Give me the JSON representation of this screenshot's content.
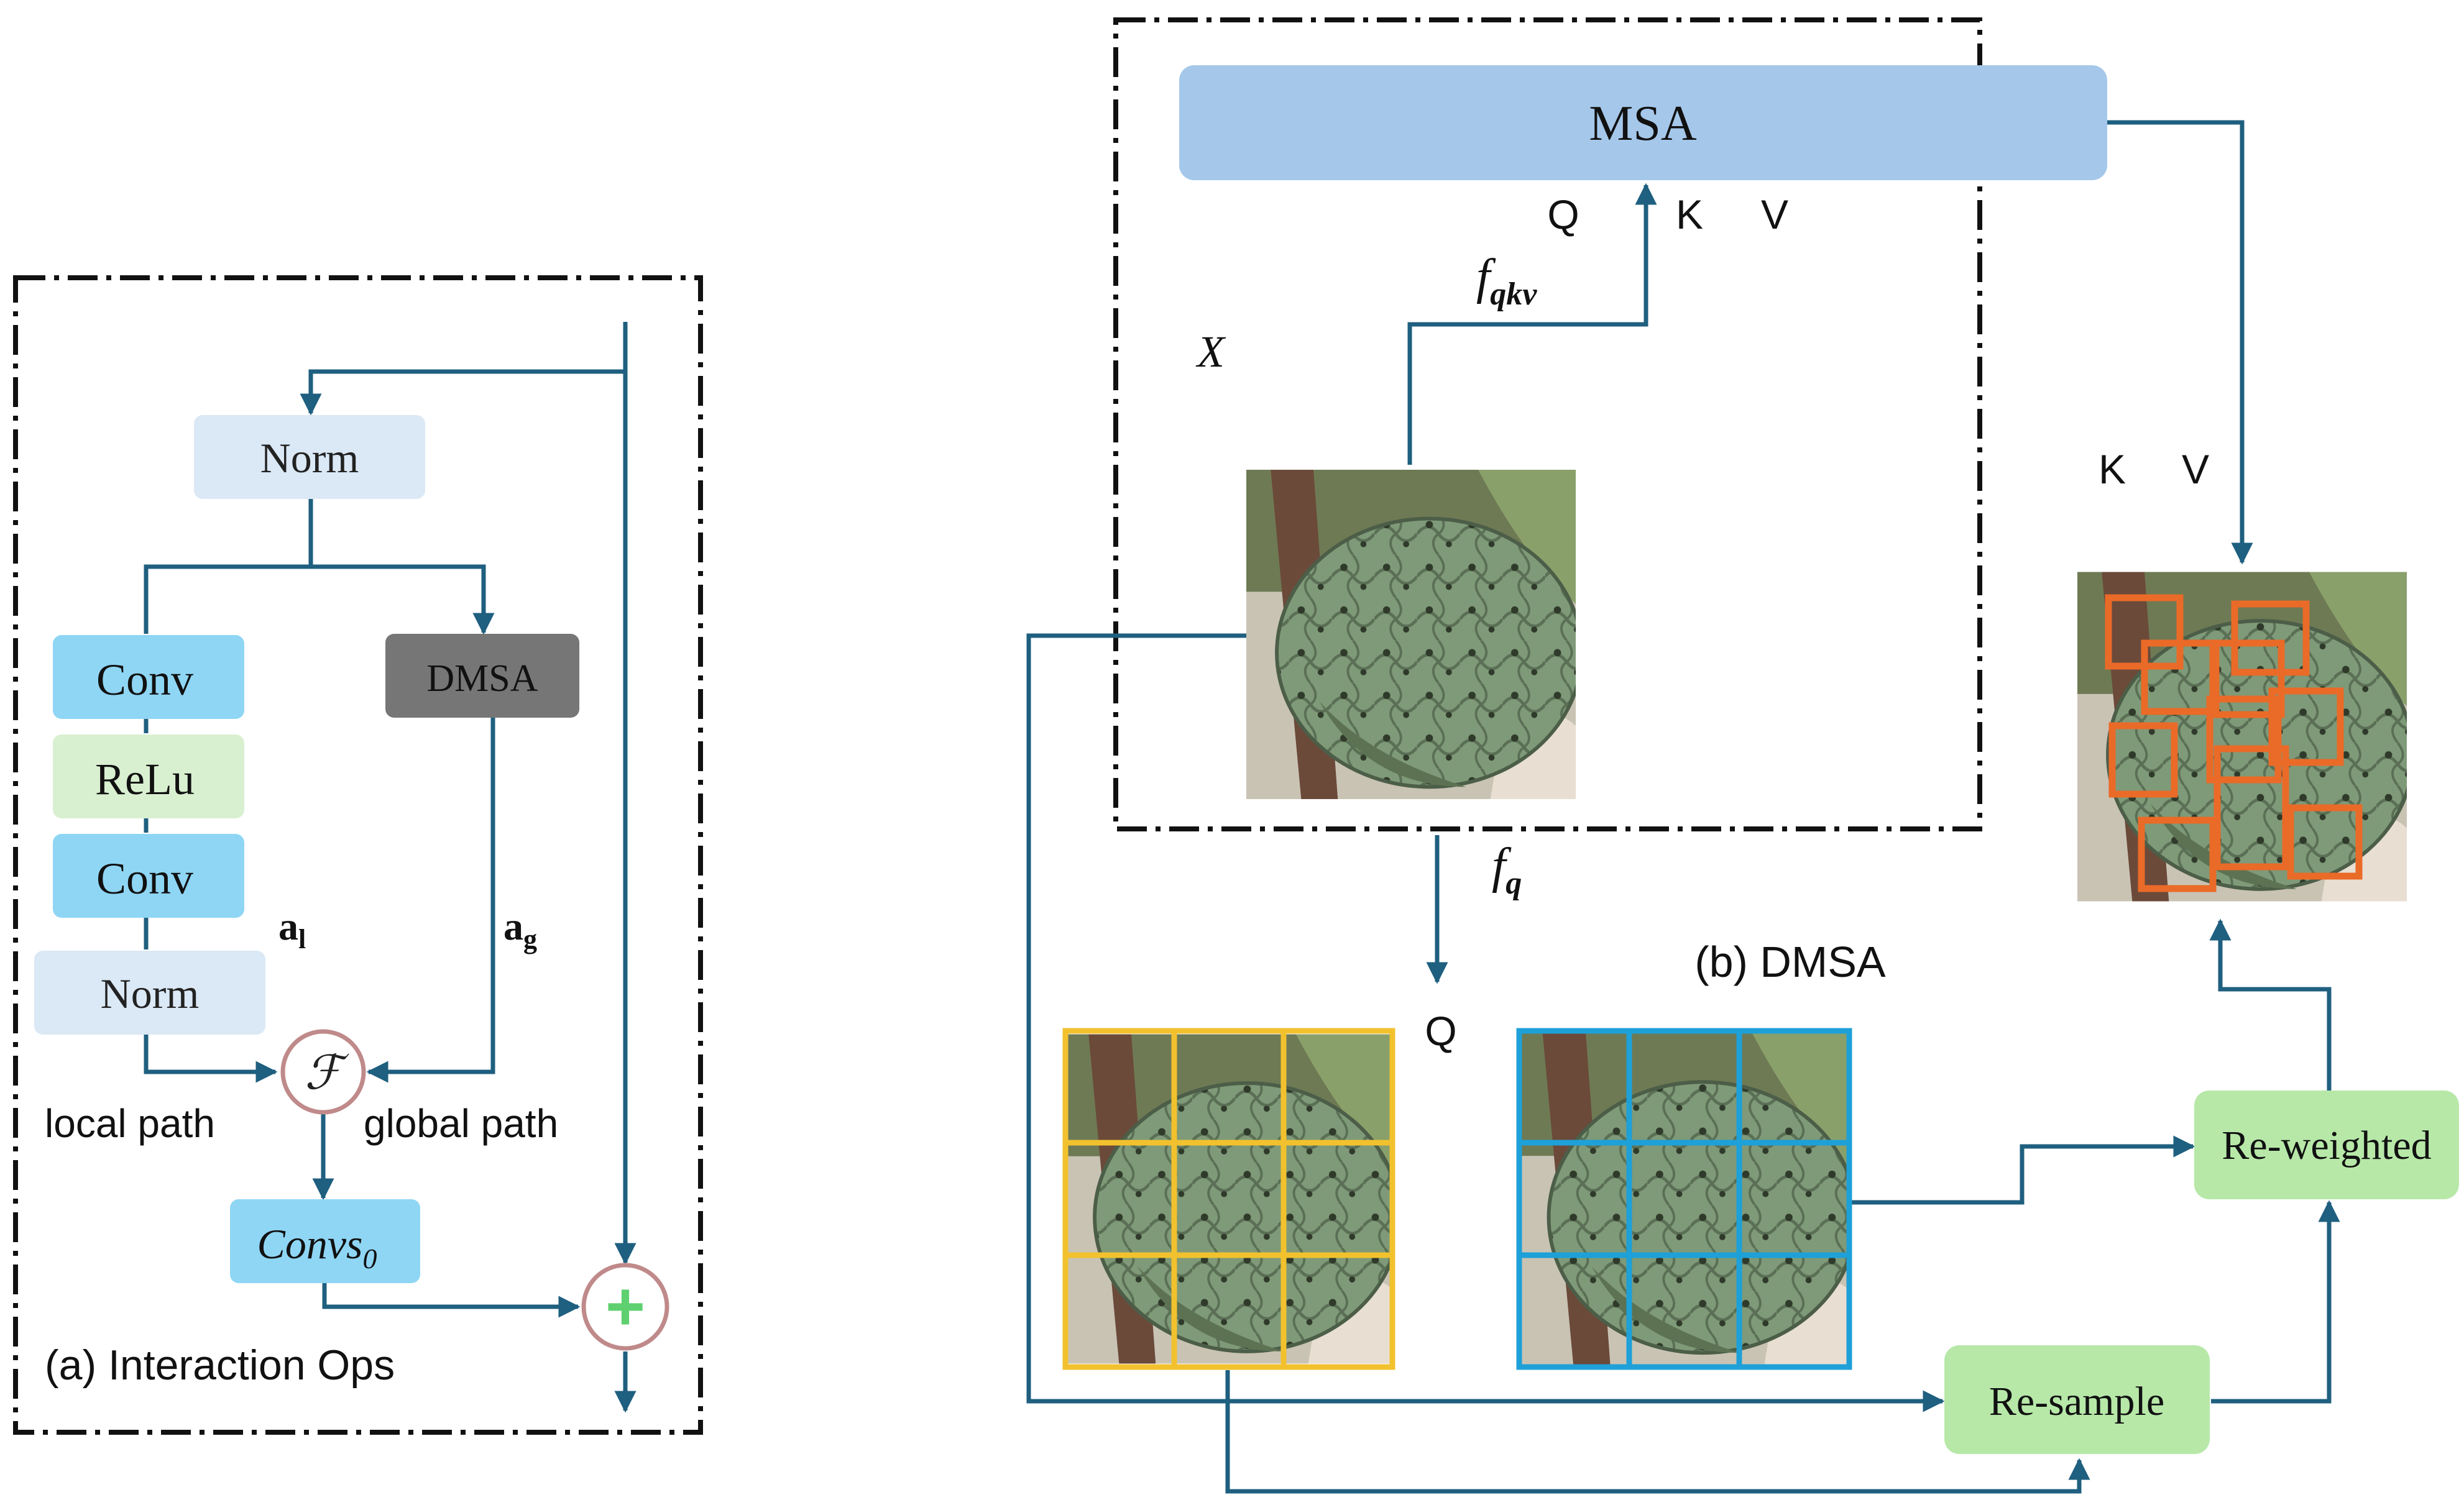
{
  "panel_a": {
    "caption": "(a) Interaction Ops",
    "norm_top": "Norm",
    "conv1": "Conv",
    "relu": "ReLu",
    "conv2": "Conv",
    "norm_local": "Norm",
    "dmsa": "DMSA",
    "a_local_base": "a",
    "a_local_sub": "l",
    "a_global_base": "a",
    "a_global_sub": "g",
    "fuse_symbol": "ℱ",
    "local_path": "local path",
    "global_path": "global  path",
    "convs_base": "Convs",
    "convs_sub": "0",
    "add_symbol": "+"
  },
  "panel_b": {
    "caption": "(b) DMSA",
    "msa": "MSA",
    "q_top": "Q",
    "k_top": "K",
    "v_top": "V",
    "x_label": "X",
    "fqkv_base": "f",
    "fqkv_sub": "qkv",
    "fq_base": "f",
    "fq_sub": "q",
    "q_mid": "Q",
    "k_right": "K",
    "v_right": "V",
    "reweighted": "Re-weighted",
    "resample": "Re-sample"
  },
  "colors": {
    "arrow": "#1f5f7f",
    "light_blue_box": "#dbe8f5",
    "cyan_box": "#8fd6f5",
    "green_box": "#d9f0d0",
    "dark_box": "#767676",
    "msa_box": "#a5c8ea",
    "mint_box": "#b7e8a8",
    "yellow_grid": "#f2c12e",
    "blue_grid": "#1ea0d8",
    "orange_box": "#ea6a28",
    "add_plus": "#5fd06f",
    "circle_stroke": "#c08a8a"
  }
}
